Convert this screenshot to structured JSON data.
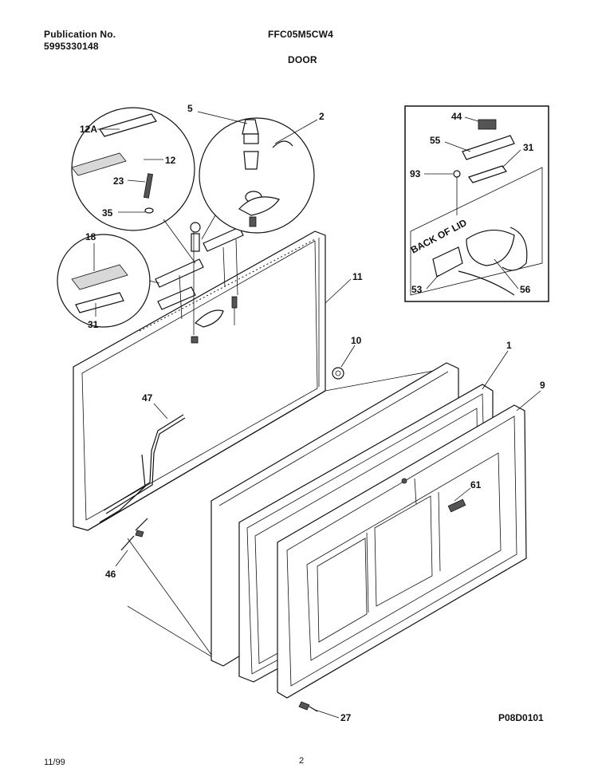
{
  "header": {
    "publication_label": "Publication No.",
    "publication_number": "5995330148",
    "model": "FFC05M5CW4",
    "section": "DOOR"
  },
  "footer": {
    "date": "11/99",
    "page": "2"
  },
  "diagram": {
    "code": "P08D0101",
    "inset_label": "BACK OF LID",
    "callouts": [
      "5",
      "2",
      "12A",
      "12",
      "23",
      "35",
      "18",
      "31",
      "11",
      "10",
      "1",
      "9",
      "47",
      "61",
      "46",
      "27",
      "44",
      "55",
      "31",
      "93",
      "53",
      "56"
    ]
  }
}
